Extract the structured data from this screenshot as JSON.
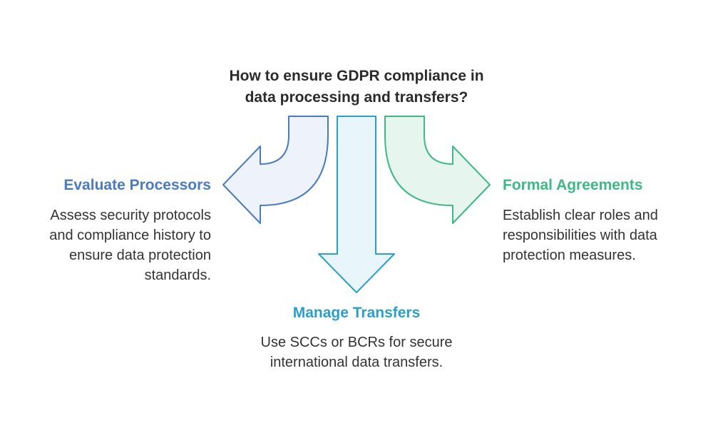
{
  "title": {
    "line1": "How to ensure GDPR compliance in",
    "line2": "data processing and transfers?"
  },
  "colors": {
    "blue": "#4a7bbf",
    "blue_fill": "#eef3fb",
    "teal": "#2b9fc7",
    "teal_fill": "#e8f6fb",
    "green": "#3cb984",
    "green_fill": "#e6f6ee"
  },
  "branches": [
    {
      "heading": "Evaluate Processors",
      "description": [
        "Assess security protocols",
        "and compliance history to",
        "ensure data protection",
        "standards."
      ]
    },
    {
      "heading": "Manage Transfers",
      "description": [
        "Use SCCs or BCRs for secure",
        "international data transfers."
      ]
    },
    {
      "heading": "Formal Agreements",
      "description": [
        "Establish clear roles and",
        "responsibilities with data",
        "protection measures."
      ]
    }
  ]
}
